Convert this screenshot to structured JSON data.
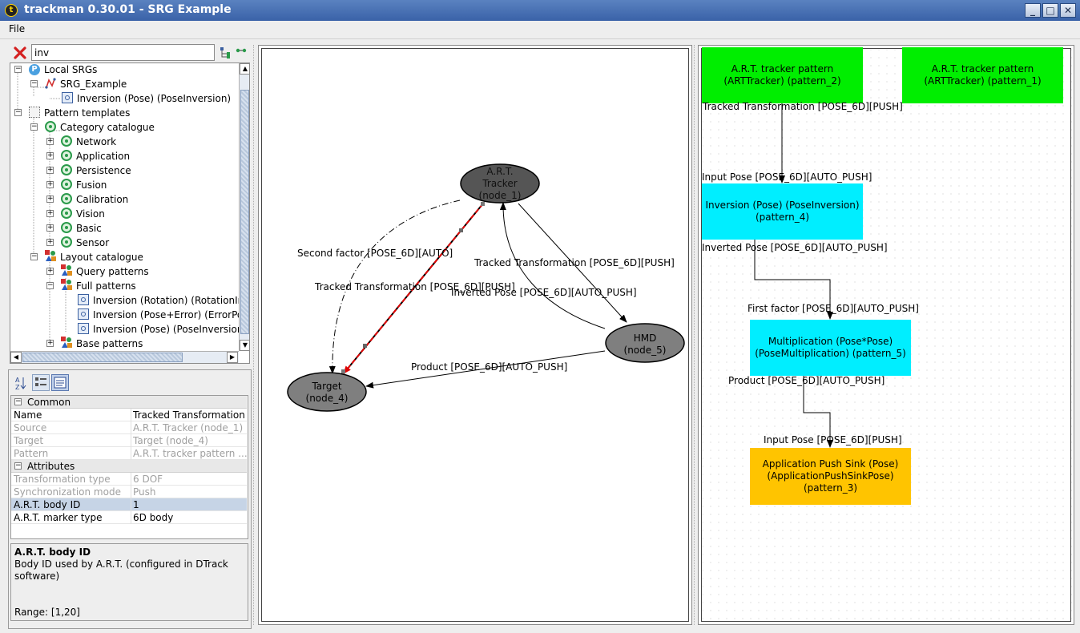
{
  "window": {
    "title": "trackman 0.30.01 - SRG Example",
    "buttons": [
      "_",
      "□",
      "✕"
    ]
  },
  "menu": {
    "file": "File"
  },
  "search": {
    "value": "inv"
  },
  "tree": {
    "local_srgs": "Local SRGs",
    "srg_example": "SRG_Example",
    "inversion_pose_local": "Inversion (Pose) (PoseInversion)",
    "pattern_templates": "Pattern templates",
    "category_catalogue": "Category catalogue",
    "categories": [
      "Network",
      "Application",
      "Persistence",
      "Fusion",
      "Calibration",
      "Vision",
      "Basic",
      "Sensor"
    ],
    "layout_catalogue": "Layout catalogue",
    "query_patterns": "Query patterns",
    "full_patterns": "Full patterns",
    "full_items": [
      "Inversion (Rotation) (RotationInv",
      "Inversion (Pose+Error) (ErrorPo",
      "Inversion (Pose) (PoseInversion)"
    ],
    "base_patterns": "Base patterns"
  },
  "properties": {
    "common_label": "Common",
    "attributes_label": "Attributes",
    "rows": [
      {
        "k": "Name",
        "v": "Tracked Transformation"
      },
      {
        "k": "Source",
        "v": "A.R.T. Tracker (node_1)"
      },
      {
        "k": "Target",
        "v": "Target (node_4)"
      },
      {
        "k": "Pattern",
        "v": "A.R.T. tracker pattern ..."
      },
      {
        "k": "Transformation type",
        "v": "6 DOF"
      },
      {
        "k": "Synchronization mode",
        "v": "Push"
      },
      {
        "k": "A.R.T. body ID",
        "v": "1"
      },
      {
        "k": "A.R.T. marker type",
        "v": "6D body"
      }
    ]
  },
  "help": {
    "title": "A.R.T. body ID",
    "text": "Body ID used by A.R.T. (configured in DTrack software)",
    "range": "Range: [1,20]"
  },
  "graph": {
    "nodes": {
      "tracker_l1": "A.R.T.",
      "tracker_l2": "Tracker",
      "tracker_l3": "(node_1)",
      "hmd_l1": "HMD",
      "hmd_l2": "(node_5)",
      "target_l1": "Target",
      "target_l2": "(node_4)"
    },
    "edges": {
      "second_factor": "Second factor  [POSE_6D][AUTO]",
      "tracked_right": "Tracked Transformation  [POSE_6D][PUSH]",
      "tracked_left": "Tracked Transformation  [POSE_6D][PUSH]",
      "inverted": "Inverted Pose  [POSE_6D][AUTO_PUSH]",
      "product": "Product  [POSE_6D][AUTO_PUSH]"
    }
  },
  "patterns": {
    "art2_l1": "A.R.T. tracker pattern",
    "art2_l2": "(ARTTracker) (pattern_2)",
    "art1_l1": "A.R.T. tracker pattern",
    "art1_l2": "(ARTTracker) (pattern_1)",
    "inv_l1": "Inversion (Pose) (PoseInversion)",
    "inv_l2": "(pattern_4)",
    "mult_l1": "Multiplication (Pose*Pose)",
    "mult_l2": "(PoseMultiplication) (pattern_5)",
    "sink_l1": "Application Push Sink (Pose)",
    "sink_l2": "(ApplicationPushSinkPose)",
    "sink_l3": "(pattern_3)",
    "port_tracked": "Tracked Transformation  [POSE_6D][PUSH]",
    "port_input_pose": "Input Pose  [POSE_6D][AUTO_PUSH]",
    "port_inverted": "Inverted Pose  [POSE_6D][AUTO_PUSH]",
    "port_first": "First factor  [POSE_6D][AUTO_PUSH]",
    "port_product": "Product  [POSE_6D][AUTO_PUSH]",
    "port_input_push": "Input Pose  [POSE_6D][PUSH]",
    "colors": {
      "green": "#00ee00",
      "cyan": "#00eeff",
      "orange": "#ffc400",
      "dark_node": "#555555",
      "grey_node": "#7f7f7f"
    }
  }
}
